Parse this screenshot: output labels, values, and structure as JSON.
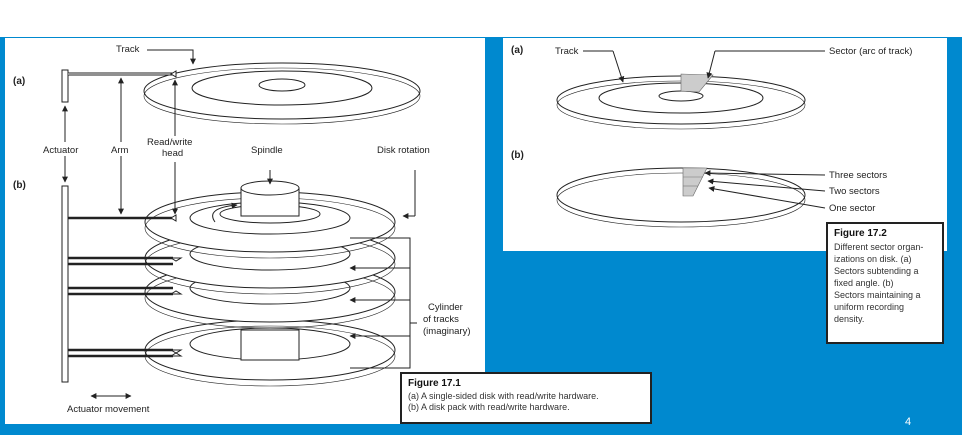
{
  "figure_1": {
    "label_a": "(a)",
    "label_b": "(b)",
    "track": "Track",
    "actuator": "Actuator",
    "arm": "Arm",
    "rw_head_1": "Read/write",
    "rw_head_2": "head",
    "spindle": "Spindle",
    "disk_rotation": "Disk rotation",
    "cylinder_1": "Cylinder",
    "cylinder_2": "of tracks",
    "cylinder_3": "(imaginary)",
    "actuator_movement": "Actuator movement",
    "caption": {
      "title": "Figure 17.1",
      "lines": [
        "(a) A single-sided disk with read/write hardware.",
        "(b) A disk pack with read/write hardware."
      ]
    }
  },
  "figure_2": {
    "label_a": "(a)",
    "label_b": "(b)",
    "track": "Track",
    "sector_arc": "Sector (arc of track)",
    "three_sectors": "Three sectors",
    "two_sectors": "Two sectors",
    "one_sector": "One sector",
    "caption": {
      "title": "Figure 17.2",
      "lines": [
        "Different sector organ-",
        "izations on disk. (a)",
        "Sectors subtending a",
        "fixed angle. (b)",
        "Sectors maintaining a",
        "uniform recording",
        "density."
      ]
    }
  },
  "page_number": "4",
  "colors": {
    "background": "#0089cf",
    "panel": "#ffffff"
  }
}
